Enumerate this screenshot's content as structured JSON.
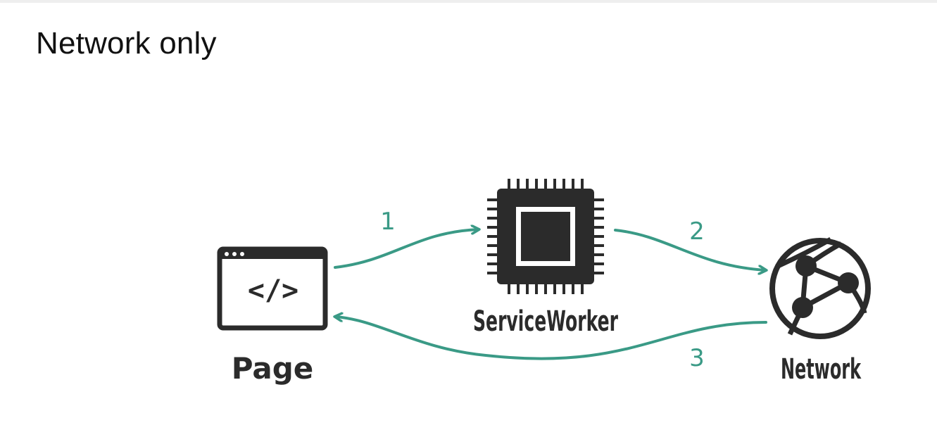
{
  "slide": {
    "title": "Network only"
  },
  "nodes": {
    "page": {
      "label": "Page",
      "glyph": "</>",
      "icon": "browser-window-code-icon"
    },
    "service_worker": {
      "label": "ServiceWorker",
      "icon": "cpu-chip-icon"
    },
    "network": {
      "label": "Network",
      "icon": "globe-network-icon"
    }
  },
  "steps": [
    {
      "label": "1",
      "from": "Page",
      "to": "ServiceWorker"
    },
    {
      "label": "2",
      "from": "ServiceWorker",
      "to": "Network"
    },
    {
      "label": "3",
      "from": "Network",
      "to": "Page"
    }
  ],
  "colors": {
    "arrow": "#3a9a86",
    "icon": "#2b2b2b",
    "text": "#111111"
  }
}
